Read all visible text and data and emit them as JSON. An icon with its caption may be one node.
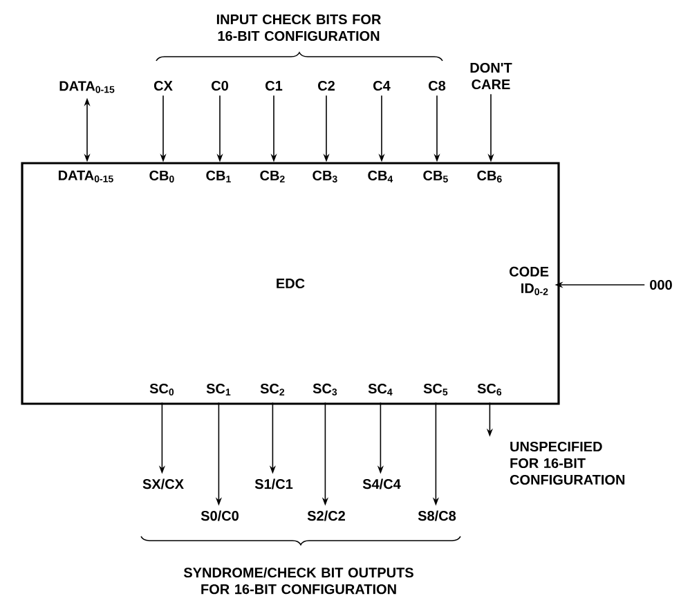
{
  "diagram": {
    "nodes": [
      {
        "text": [
          "EDC"
        ]
      },
      {
        "text": [
          "DATA$_{0-15}$"
        ],
        "in": 0
      },
      {
        "text": [
          "CB$_{0}$"
        ],
        "in": 0
      },
      {
        "text": [
          "CB$_{1}$"
        ],
        "in": 0
      },
      {
        "text": [
          "CB$_{2}$"
        ],
        "in": 0
      },
      {
        "text": [
          "CB$_{3}$"
        ],
        "in": 0
      },
      {
        "text": [
          "CB$_{4}$"
        ],
        "in": 0
      },
      {
        "text": [
          "CB$_{5}$"
        ],
        "in": 0
      },
      {
        "text": [
          "CB$_{6}$"
        ],
        "in": 0
      },
      {
        "text": [
          "CODE ID$_{0-2}$"
        ],
        "in": 0
      },
      {
        "text": [
          "SC$_{0}$"
        ],
        "in": 0
      },
      {
        "text": [
          "SC$_{1}$"
        ],
        "in": 0
      },
      {
        "text": [
          "SC$_{2}$"
        ],
        "in": 0
      },
      {
        "text": [
          "SC$_{3}$"
        ],
        "in": 0
      },
      {
        "text": [
          "SC$_{4}$"
        ],
        "in": 0
      },
      {
        "text": [
          "SC$_{5}$"
        ],
        "in": 0
      },
      {
        "text": [
          "SC$_{6}$"
        ],
        "in": 0
      },
      {
        "text": [
          "DATA$_{0-15}$"
        ]
      },
      {
        "text": [
          "CX"
        ]
      },
      {
        "text": [
          "C0"
        ]
      },
      {
        "text": [
          "C1"
        ]
      },
      {
        "text": [
          "C2"
        ]
      },
      {
        "text": [
          "C4"
        ]
      },
      {
        "text": [
          "C8"
        ]
      },
      {
        "text": [
          "DON'T CARE"
        ]
      },
      {
        "text": [
          "000"
        ]
      },
      {
        "text": [
          "SX/CX"
        ]
      },
      {
        "text": [
          "S0/C0"
        ]
      },
      {
        "text": [
          "S1/C1"
        ]
      },
      {
        "text": [
          "S2/C2"
        ]
      },
      {
        "text": [
          "S4/C4"
        ]
      },
      {
        "text": [
          "S8/C8"
        ]
      },
      {
        "text": [
          "UNSPECIFIED FOR 16-BIT CONFIGURATION"
        ]
      }
    ],
    "edges": [
      {
        "from": 17,
        "to": 1,
        "arrow": "both"
      },
      {
        "from": 18,
        "to": 2,
        "arrow": "to"
      },
      {
        "from": 19,
        "to": 3,
        "arrow": "to"
      },
      {
        "from": 20,
        "to": 4,
        "arrow": "to"
      },
      {
        "from": 21,
        "to": 5,
        "arrow": "to"
      },
      {
        "from": 22,
        "to": 6,
        "arrow": "to"
      },
      {
        "from": 23,
        "to": 7,
        "arrow": "to"
      },
      {
        "from": 24,
        "to": 8,
        "arrow": "to"
      },
      {
        "from": 25,
        "to": 9,
        "arrow": "to"
      },
      {
        "from": 10,
        "to": 26,
        "arrow": "to"
      },
      {
        "from": 11,
        "to": 27,
        "arrow": "to"
      },
      {
        "from": 12,
        "to": 28,
        "arrow": "to"
      },
      {
        "from": 13,
        "to": 29,
        "arrow": "to"
      },
      {
        "from": 14,
        "to": 30,
        "arrow": "to"
      },
      {
        "from": 15,
        "to": 31,
        "arrow": "to"
      },
      {
        "from": 16,
        "to": 32,
        "arrow": "to"
      }
    ],
    "labels": [
      "INPUT CHECK BITS FOR 16-BIT CONFIGURATION",
      "SYNDROME/CHECK BIT OUTPUTS FOR 16-BIT CONFIGURATION"
    ]
  }
}
